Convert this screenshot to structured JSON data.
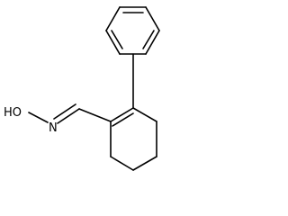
{
  "molecule": {
    "hydroxyl_label": "HO",
    "nitrogen_label": "N",
    "fragments": [
      "phenyl-ring",
      "cyclohexene-ring",
      "oxime-group"
    ],
    "line_color": "#000000",
    "background_color": "#ffffff"
  }
}
